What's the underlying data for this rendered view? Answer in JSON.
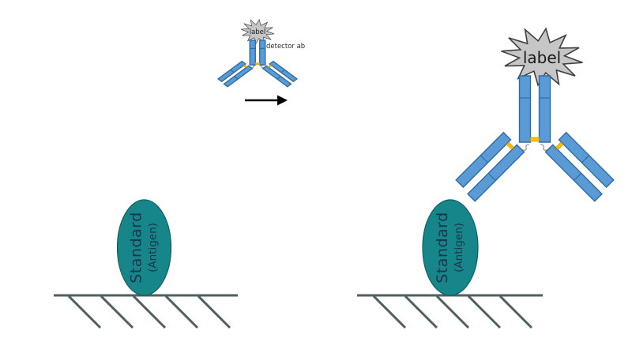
{
  "detector_antibody": {
    "label": "label",
    "caption": "detector ab"
  },
  "bound_antibody": {
    "label": "label"
  },
  "antigen": {
    "title": "Standard",
    "subtitle": "(Antigen)"
  },
  "colors": {
    "antibody_blue": "#5b9bd5",
    "antibody_border": "#2e6da4",
    "hinge_yellow": "#ffc000",
    "hinge_yellow_border": "#cf9c00",
    "label_gray": "#c6c6c6",
    "label_border": "#404040",
    "antigen_teal": "#17868b",
    "antigen_stroke": "#0f6064",
    "antigen_text": "#16364a",
    "surface_color": "#505f5f",
    "bond_gray": "#8a8a8a",
    "arrow_black": "#000000"
  }
}
